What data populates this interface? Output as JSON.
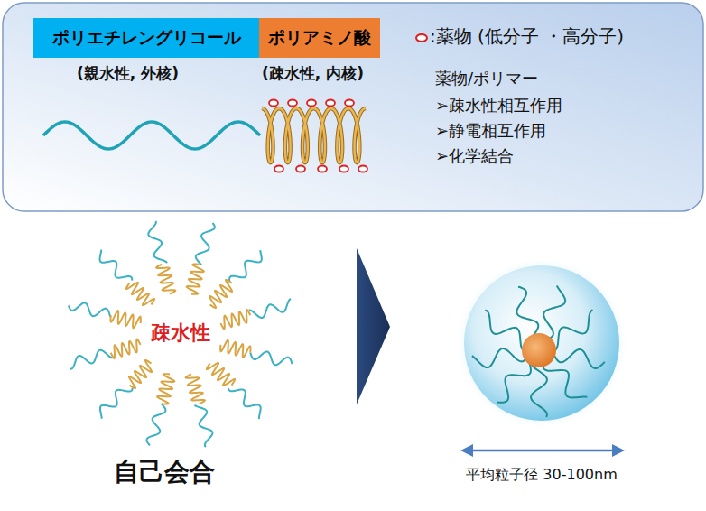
{
  "diagram": {
    "nodes": [
      {
        "text": [
          "ポリエチレングリコール"
        ]
      },
      {
        "text": [
          "ポリアミノ酸"
        ]
      }
    ],
    "labels": [
      ":薬物 (低分子 ・高分子)",
      "(親水性, 外核)",
      "(疎水性, 内核)",
      "薬物/ポリマー",
      "➢疎水性相互作用",
      "➢静電相互作用",
      "➢化学結合",
      "疎水性",
      "自己会合",
      "平均粒子径 30-100nm"
    ]
  }
}
